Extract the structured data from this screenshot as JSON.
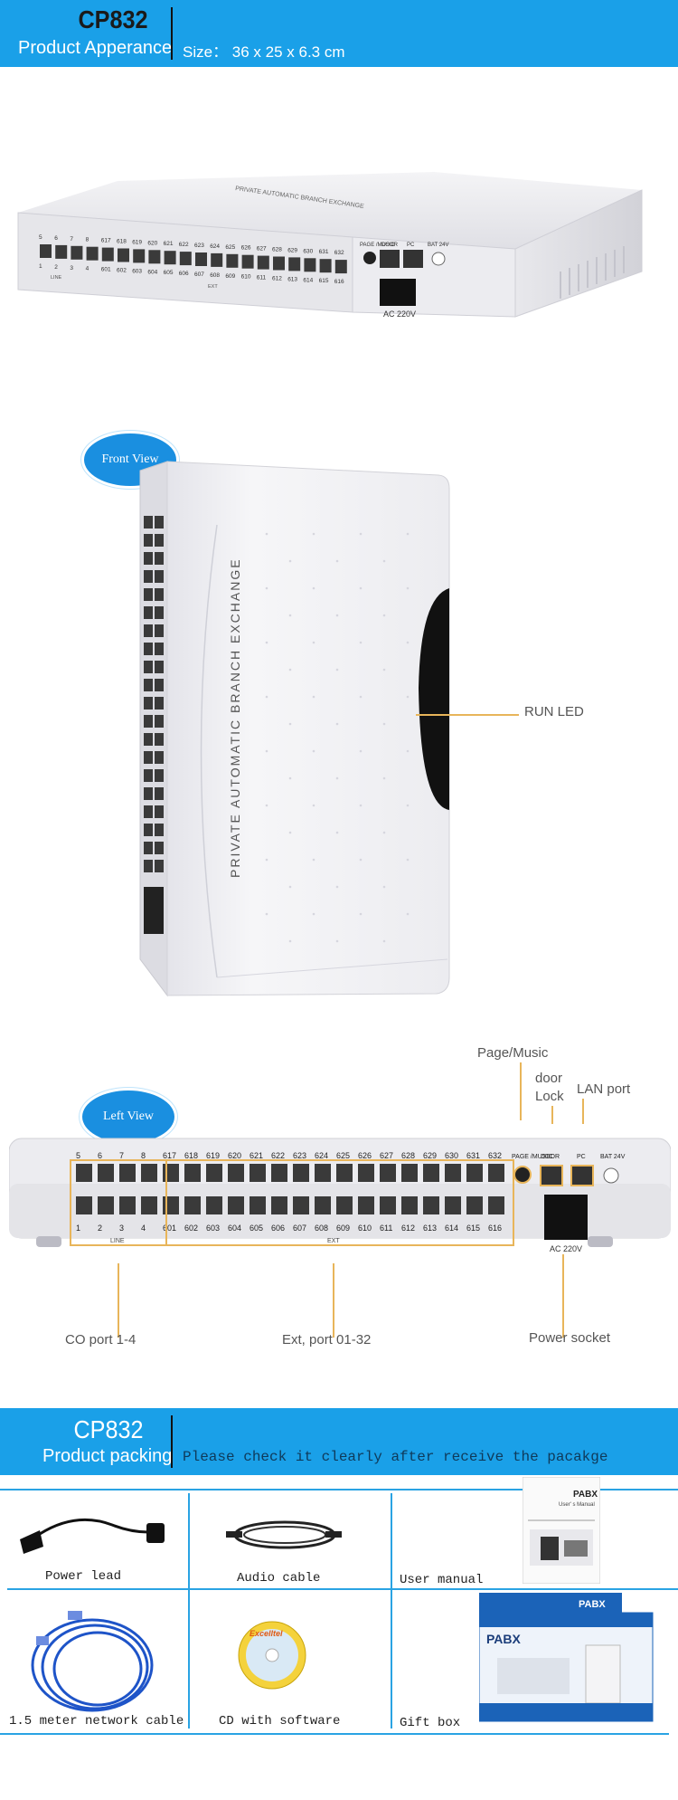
{
  "header1": {
    "model": "CP832",
    "subtitle": "Product Apperance",
    "size_note": "Size： 36 x 25 x 6.3 cm"
  },
  "device_top": {
    "brand_text": "PRIVATE AUTOMATIC BRANCH EXCHANGE",
    "line_nums": [
      "5",
      "6",
      "7",
      "8",
      "617",
      "618",
      "619",
      "620",
      "621",
      "622",
      "623",
      "624",
      "625",
      "626",
      "627",
      "628",
      "629",
      "630",
      "631",
      "632"
    ],
    "line_label": "LINE",
    "bottom_nums": [
      "1",
      "2",
      "3",
      "4",
      "601",
      "602",
      "603",
      "604",
      "605",
      "606",
      "607",
      "608",
      "609",
      "610",
      "611",
      "612",
      "613",
      "614",
      "615",
      "616"
    ],
    "ext_label": "EXT",
    "port_labels": [
      "PAGE /MUSIC",
      "DOOR",
      "PC",
      "BAT 24V"
    ],
    "ac_label": "AC 220V"
  },
  "front_view": {
    "bubble": "Front View",
    "brand_text": "PRIVATE AUTOMATIC BRANCH EXCHANGE",
    "callout_run_led": "RUN LED"
  },
  "left_view": {
    "bubble": "Left View",
    "top_nums": [
      "5",
      "6",
      "7",
      "8",
      "617",
      "618",
      "619",
      "620",
      "621",
      "622",
      "623",
      "624",
      "625",
      "626",
      "627",
      "628",
      "629",
      "630",
      "631",
      "632"
    ],
    "bottom_nums": [
      "1",
      "2",
      "3",
      "4",
      "601",
      "602",
      "603",
      "604",
      "605",
      "606",
      "607",
      "608",
      "609",
      "610",
      "611",
      "612",
      "613",
      "614",
      "615",
      "616"
    ],
    "line_label": "LINE",
    "ext_label": "EXT",
    "port_labels": [
      "PAGE /MUSIC",
      "DOOR",
      "PC",
      "BAT 24V"
    ],
    "ac_label": "AC 220V",
    "callouts": {
      "page_music": "Page/Music",
      "door_lock_1": "door",
      "door_lock_2": "Lock",
      "lan_port": "LAN port",
      "co_port": "CO port 1-4",
      "ext_port": "Ext, port 01-32",
      "power_socket": "Power socket"
    }
  },
  "header2": {
    "model": "CP832",
    "subtitle": "Product packing",
    "note": "Please check it clearly after receive the pacakge"
  },
  "packing": {
    "items": [
      {
        "label": "Power lead"
      },
      {
        "label": "Audio cable"
      },
      {
        "label": "User manual"
      },
      {
        "label": "1.5 meter network cable"
      },
      {
        "label": "CD with software"
      },
      {
        "label": "Gift box"
      }
    ],
    "manual_title": "PABX",
    "manual_sub": "User' s Manual",
    "box_title": "PABX",
    "cd_brand": "Excelltel"
  },
  "colors": {
    "header_blue": "#1aa0e8",
    "callout_line": "#e8b55a",
    "grid_blue": "#2aa3e3",
    "bubble_blue": "#1a8fe0"
  }
}
